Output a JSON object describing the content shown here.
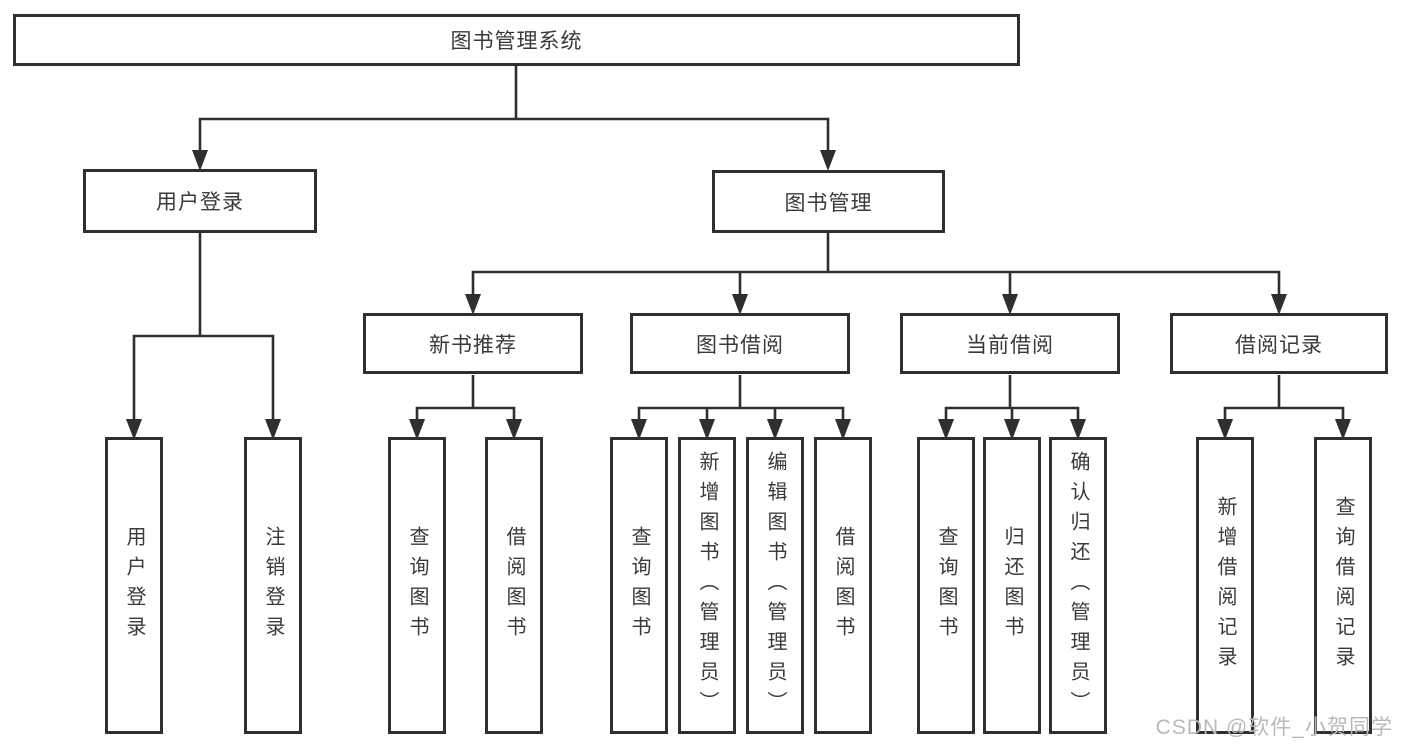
{
  "diagram": {
    "type": "tree",
    "root": {
      "label": "图书管理系统"
    },
    "level2": [
      {
        "label": "用户登录"
      },
      {
        "label": "图书管理"
      }
    ],
    "level3": [
      {
        "label": "新书推荐"
      },
      {
        "label": "图书借阅"
      },
      {
        "label": "当前借阅"
      },
      {
        "label": "借阅记录"
      }
    ],
    "leaves": [
      {
        "label": "用户登录"
      },
      {
        "label": "注销登录"
      },
      {
        "label": "查询图书"
      },
      {
        "label": "借阅图书"
      },
      {
        "label": "查询图书"
      },
      {
        "label": "新增图书（管理员）"
      },
      {
        "label": "编辑图书（管理员）"
      },
      {
        "label": "借阅图书"
      },
      {
        "label": "查询图书"
      },
      {
        "label": "归还图书"
      },
      {
        "label": "确认归还（管理员）"
      },
      {
        "label": "新增借阅记录"
      },
      {
        "label": "查询借阅记录"
      }
    ],
    "hierarchy": {
      "图书管理系统": [
        "用户登录",
        "图书管理"
      ],
      "用户登录": [
        "用户登录",
        "注销登录"
      ],
      "图书管理": [
        "新书推荐",
        "图书借阅",
        "当前借阅",
        "借阅记录"
      ],
      "新书推荐": [
        "查询图书",
        "借阅图书"
      ],
      "图书借阅": [
        "查询图书",
        "新增图书（管理员）",
        "编辑图书（管理员）",
        "借阅图书"
      ],
      "当前借阅": [
        "查询图书",
        "归还图书",
        "确认归还（管理员）"
      ],
      "借阅记录": [
        "新增借阅记录",
        "查询借阅记录"
      ]
    }
  },
  "watermark": {
    "text": "CSDN @软件_小贺同学"
  },
  "colors": {
    "line": "#2f2f2f",
    "box_border": "#2f2f2f",
    "box_fill": "#ffffff",
    "text": "#3a3a3a",
    "watermark": "#b9b9b9",
    "background": "#ffffff"
  }
}
